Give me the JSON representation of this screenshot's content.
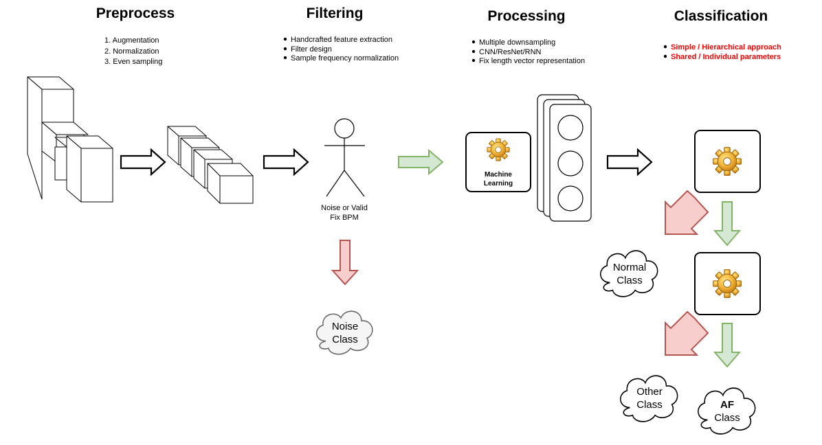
{
  "sections": {
    "preprocess": {
      "title": "Preprocess",
      "items": [
        "1. Augmentation",
        "2. Normalization",
        "3. Even sampling"
      ]
    },
    "filtering": {
      "title": "Filtering",
      "items": [
        "Handcrafted feature extraction",
        "Filter design",
        "Sample frequency normalization"
      ],
      "person_label_1": "Noise or Valid",
      "person_label_2": "Fix BPM",
      "cloud_line_1": "Noise",
      "cloud_line_2": "Class"
    },
    "processing": {
      "title": "Processing",
      "items": [
        "Multiple downsampling",
        "CNN/ResNet/RNN",
        "Fix length vector representation"
      ],
      "ml_line_1": "Machine",
      "ml_line_2": "Learning"
    },
    "classification": {
      "title": "Classification",
      "items": [
        "Simple / Hierarchical approach",
        "Shared / Individual parameters"
      ],
      "normal_line_1": "Normal",
      "normal_line_2": "Class",
      "other_line_1": "Other",
      "other_line_2": "Class",
      "af_line_1": "AF",
      "af_line_2": "Class"
    }
  },
  "colors": {
    "highlight_text": "#ff0000",
    "green_arrow_fill": "#d5e8d4",
    "green_arrow_stroke": "#82b366",
    "red_arrow_fill": "#f8cecc",
    "red_arrow_stroke": "#b85450",
    "cloud_fill": "#f5f5f5"
  },
  "icons": [
    "gear-icon",
    "person-icon",
    "cube-icon",
    "cloud-icon",
    "arrow-icon"
  ]
}
